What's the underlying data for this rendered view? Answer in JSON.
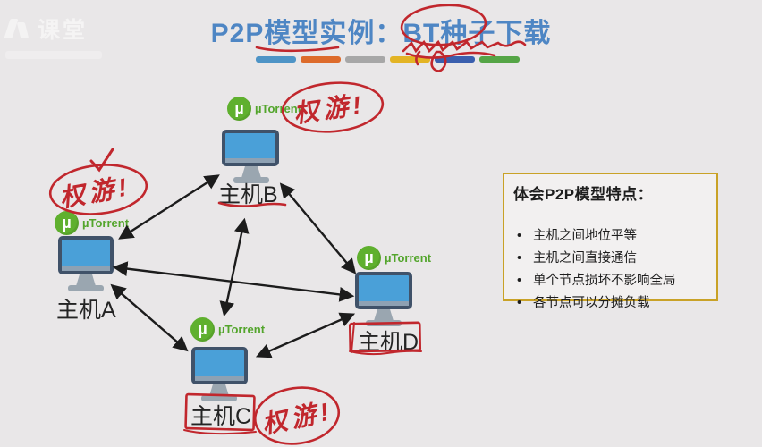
{
  "page": {
    "background": "#e9e7e8"
  },
  "watermark": {
    "text": "课堂"
  },
  "header": {
    "title_prefix": "P2P模型实例：",
    "title_highlight": "BT种子下载",
    "title_color": "#4e86c4",
    "divider_colors": [
      "#4e94c6",
      "#dd6b2b",
      "#a7a7a7",
      "#e3b424",
      "#3a5fae",
      "#55a546"
    ]
  },
  "utorrent": {
    "glyph": "µ",
    "name": "µTorrent"
  },
  "hosts": [
    {
      "id": "A",
      "label": "主机A"
    },
    {
      "id": "B",
      "label": "主机B"
    },
    {
      "id": "C",
      "label": "主机C"
    },
    {
      "id": "D",
      "label": "主机D"
    }
  ],
  "annotations": {
    "handwriting_top": "权游!",
    "handwriting_left": "权游!",
    "handwriting_bottom": "权游!"
  },
  "notes_box": {
    "title": "体会P2P模型特点：",
    "bullets": [
      "主机之间地位平等",
      "主机之间直接通信",
      "单个节点损坏不影响全局",
      "各节点可以分摊负载"
    ]
  },
  "colors": {
    "annotation_red": "#c1272d",
    "arrow_black": "#1c1c1c",
    "utorrent_green": "#5fb02e",
    "screen_blue": "#4aa0d8",
    "monitor_frame": "#405269",
    "notes_border": "#c9a227"
  }
}
